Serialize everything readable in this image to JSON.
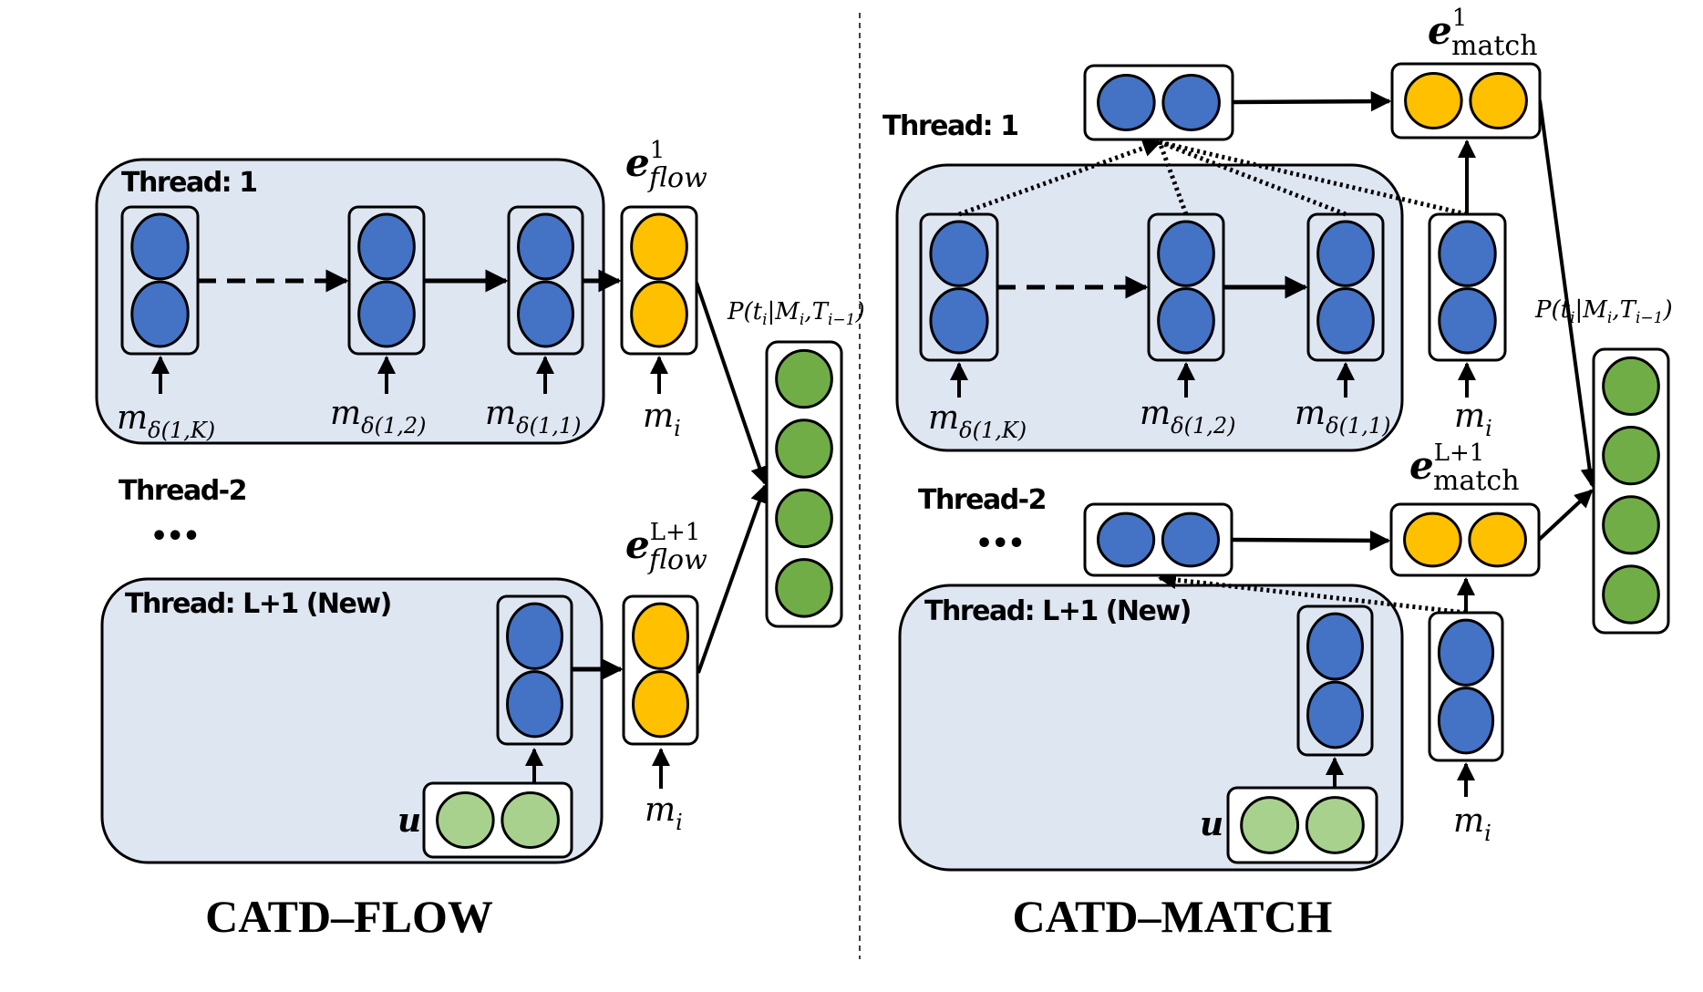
{
  "colors": {
    "blue": "#4472C4",
    "yellow": "#FFC000",
    "dark_green": "#70AD47",
    "light_green": "#A9D18E",
    "thread_bg": "#DEE6F2",
    "stroke": "#000000"
  },
  "flow": {
    "caption": "CATD–FLOW",
    "thread1_title": "Thread: 1",
    "thread2_title": "Thread-2",
    "ellipsis": "•••",
    "threadL_title": "Thread: L+1 (New)",
    "inputs": [
      {
        "base": "m",
        "sub": "δ(1,K)"
      },
      {
        "base": "m",
        "sub": "δ(1,2)"
      },
      {
        "base": "m",
        "sub": "δ(1,1)"
      }
    ],
    "mi": {
      "base": "m",
      "sub": "i"
    },
    "e1": {
      "base": "e",
      "sup": "1",
      "sub": "flow"
    },
    "eL": {
      "base": "e",
      "sup": "L+1",
      "sub": "flow"
    },
    "u_label": "u",
    "prob": {
      "text": "P(t",
      "sub1": "i",
      "mid": "|M",
      "sub2": "i",
      "mid2": ",T",
      "sub3": "i−1",
      "end": ")"
    }
  },
  "match": {
    "caption": "CATD–MATCH",
    "thread1_title": "Thread: 1",
    "thread2_title": "Thread-2",
    "ellipsis": "•••",
    "threadL_title": "Thread: L+1 (New)",
    "inputs": [
      {
        "base": "m",
        "sub": "δ(1,K)"
      },
      {
        "base": "m",
        "sub": "δ(1,2)"
      },
      {
        "base": "m",
        "sub": "δ(1,1)"
      }
    ],
    "mi": {
      "base": "m",
      "sub": "i"
    },
    "e1": {
      "base": "e",
      "sup": "1",
      "sub": "match"
    },
    "eL": {
      "base": "e",
      "sup": "L+1",
      "sub": "match"
    },
    "u_label": "u",
    "prob": {
      "text": "P(t",
      "sub1": "i",
      "mid": "|M",
      "sub2": "i",
      "mid2": ",T",
      "sub3": "i−1",
      "end": ")"
    }
  }
}
